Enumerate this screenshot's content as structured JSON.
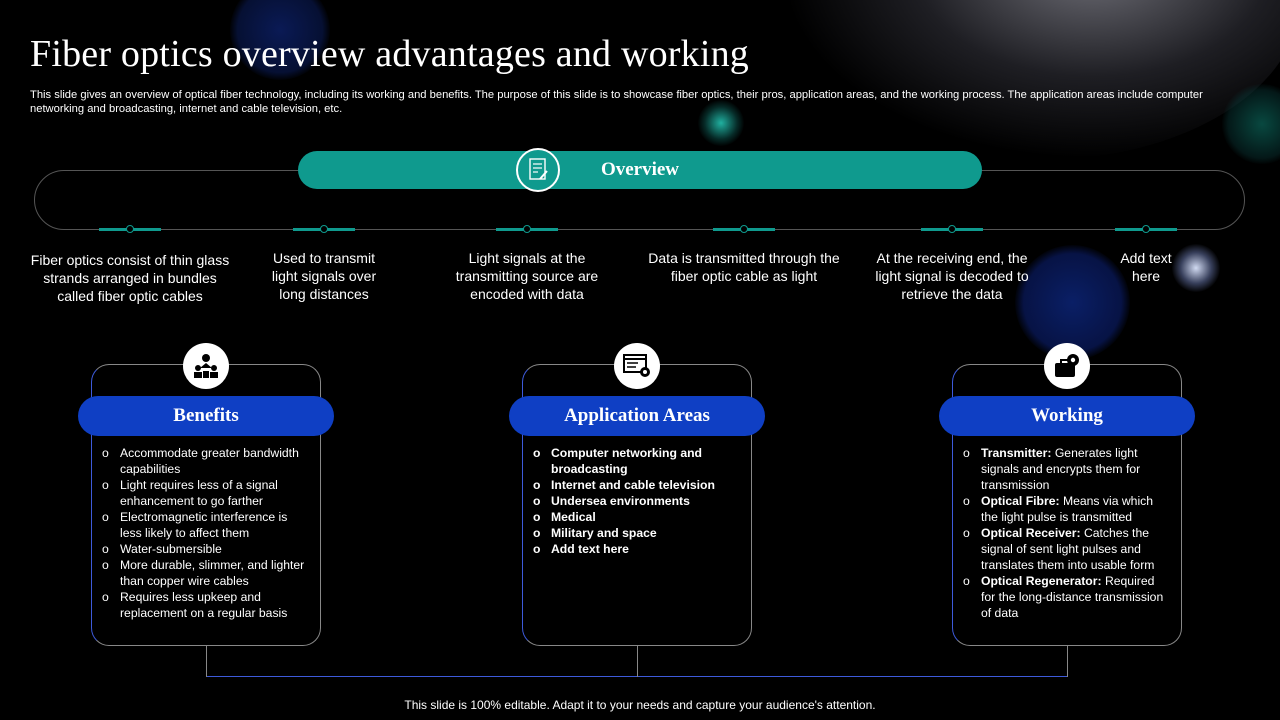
{
  "title": "Fiber optics overview advantages and working",
  "subtitle": "This slide gives an overview of optical fiber technology, including its working and benefits. The purpose of this slide is to showcase fiber optics, their pros, application areas, and the working process. The application areas include computer networking and broadcasting, internet and cable television, etc.",
  "overview": {
    "label": "Overview",
    "icon": "document-edit-icon",
    "points": [
      "Fiber optics consist of thin glass strands arranged in bundles called fiber optic cables",
      "Used to transmit light signals over long distances",
      "Light signals at the transmitting source are encoded with data",
      "Data is transmitted through the fiber optic cable as light",
      "At the receiving end, the light signal is decoded to retrieve the data",
      "Add text here"
    ]
  },
  "benefits": {
    "label": "Benefits",
    "icon": "team-users-icon",
    "items": [
      "Accommodate greater bandwidth capabilities",
      "Light requires less of a signal enhancement to go farther",
      "Electromagnetic interference is less likely to affect them",
      "Water-submersible",
      "More durable, slimmer, and lighter than copper wire cables",
      "Requires less upkeep and replacement on a regular basis"
    ]
  },
  "applications": {
    "label": "Application Areas",
    "icon": "browser-settings-icon",
    "items": [
      "Computer networking and broadcasting",
      "Internet and cable television",
      "Undersea environments",
      "Medical",
      "Military and space",
      "Add text here"
    ]
  },
  "working": {
    "label": "Working",
    "icon": "briefcase-gear-icon",
    "items": [
      {
        "term": "Transmitter:",
        "text": " Generates light signals and encrypts them for transmission"
      },
      {
        "term": "Optical Fibre:",
        "text": " Means via which the light pulse is transmitted"
      },
      {
        "term": "Optical Receiver:",
        "text": " Catches the signal of sent light pulses and translates them into usable form"
      },
      {
        "term": "Optical Regenerator:",
        "text": " Required for the long-distance transmission of data"
      }
    ]
  },
  "footer": "This slide is 100% editable. Adapt it to your needs and capture your audience's attention.",
  "colors": {
    "teal": "#0f9a8e",
    "blue": "#0f3fc4",
    "background": "#000000"
  }
}
